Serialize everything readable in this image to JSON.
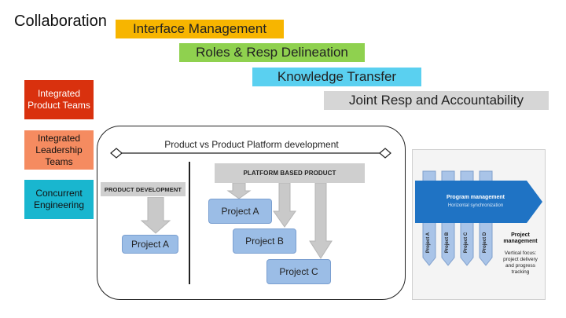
{
  "title": "Collaboration",
  "bars": [
    {
      "label": "Interface Management",
      "color": "#f7b500"
    },
    {
      "label": "Roles & Resp Delineation",
      "color": "#8fd14f"
    },
    {
      "label": "Knowledge Transfer",
      "color": "#5ad0f0"
    },
    {
      "label": "Joint Resp and Accountability",
      "color": "#d6d6d6"
    }
  ],
  "side_boxes": [
    {
      "label": "Integrated Product Teams",
      "color": "#d9310e",
      "text_color": "#ffffff"
    },
    {
      "label": "Integrated Leadership Teams",
      "color": "#f58b60",
      "text_color": "#111111"
    },
    {
      "label": "Concurrent Engineering",
      "color": "#19b6cf",
      "text_color": "#111111"
    }
  ],
  "diagram": {
    "heading": "Product vs Product Platform development",
    "left_header": "PRODUCT DEVELOPMENT",
    "right_header": "PLATFORM BASED PRODUCT",
    "project_left": "Project A",
    "project_a": "Project A",
    "project_b": "Project B",
    "project_c": "Project C"
  },
  "pm_figure": {
    "banner_title": "Program management",
    "banner_sub": "Horizontal synchronization",
    "projects": [
      "Project A",
      "Project B",
      "Project C",
      "Project D"
    ],
    "side_title": "Project management",
    "side_desc": "Vertical focus: project delivery and progress tracking"
  }
}
